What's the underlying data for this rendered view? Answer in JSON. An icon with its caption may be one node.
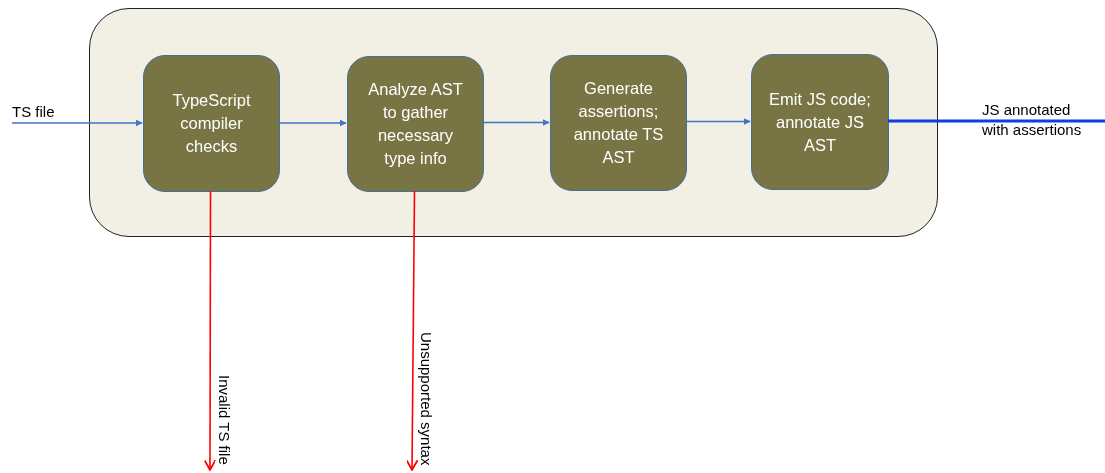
{
  "diagram": {
    "nodes": [
      {
        "text": [],
        "shape": "box"
      },
      {
        "text": [
          "TypeScript compiler checks"
        ],
        "in": 0
      },
      {
        "text": [
          "Analyze AST to gather necessary type info"
        ],
        "in": 0
      },
      {
        "text": [
          "Generate assertions; annotate TS AST"
        ],
        "in": 0
      },
      {
        "text": [
          "Emit JS code; annotate JS AST"
        ],
        "in": 0
      }
    ],
    "edges": [
      {
        "from": null,
        "to": 1,
        "arrow": "to",
        "label": "TS file"
      },
      {
        "from": 1,
        "to": 2,
        "arrow": "to"
      },
      {
        "from": 2,
        "to": 3,
        "arrow": "to"
      },
      {
        "from": 3,
        "to": 4,
        "arrow": "to"
      },
      {
        "from": 4,
        "to": null,
        "arrow": "none",
        "label": "JS annotated with assertions",
        "style": "thick",
        "color": "#0a3ee6"
      },
      {
        "from": 1,
        "to": null,
        "arrow": "to",
        "label": "Invalid TS file",
        "color": "#ff0000"
      },
      {
        "from": 2,
        "to": null,
        "arrow": "to",
        "label": "Unsupported syntax",
        "color": "#ff0000"
      }
    ]
  }
}
